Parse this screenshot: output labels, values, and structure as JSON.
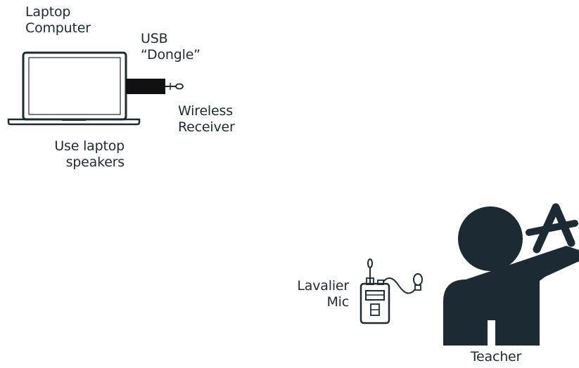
{
  "labels": {
    "laptop": [
      "Laptop",
      "Computer"
    ],
    "usb": [
      "USB",
      "“Dongle”"
    ],
    "receiver": [
      "Wireless",
      "Receiver"
    ],
    "speakers": [
      "Use laptop",
      "speakers"
    ],
    "mic": [
      "Lavalier",
      "Mic"
    ],
    "teacher": "Teacher"
  },
  "icons": {
    "laptop": "laptop-icon",
    "dongle": "usb-dongle-icon",
    "receiver": "wireless-receiver-icon",
    "mic": "lavalier-mic-icon",
    "teacher": "teacher-icon"
  },
  "colors": {
    "ink": "#1b2a33",
    "background": "#ffffff"
  }
}
